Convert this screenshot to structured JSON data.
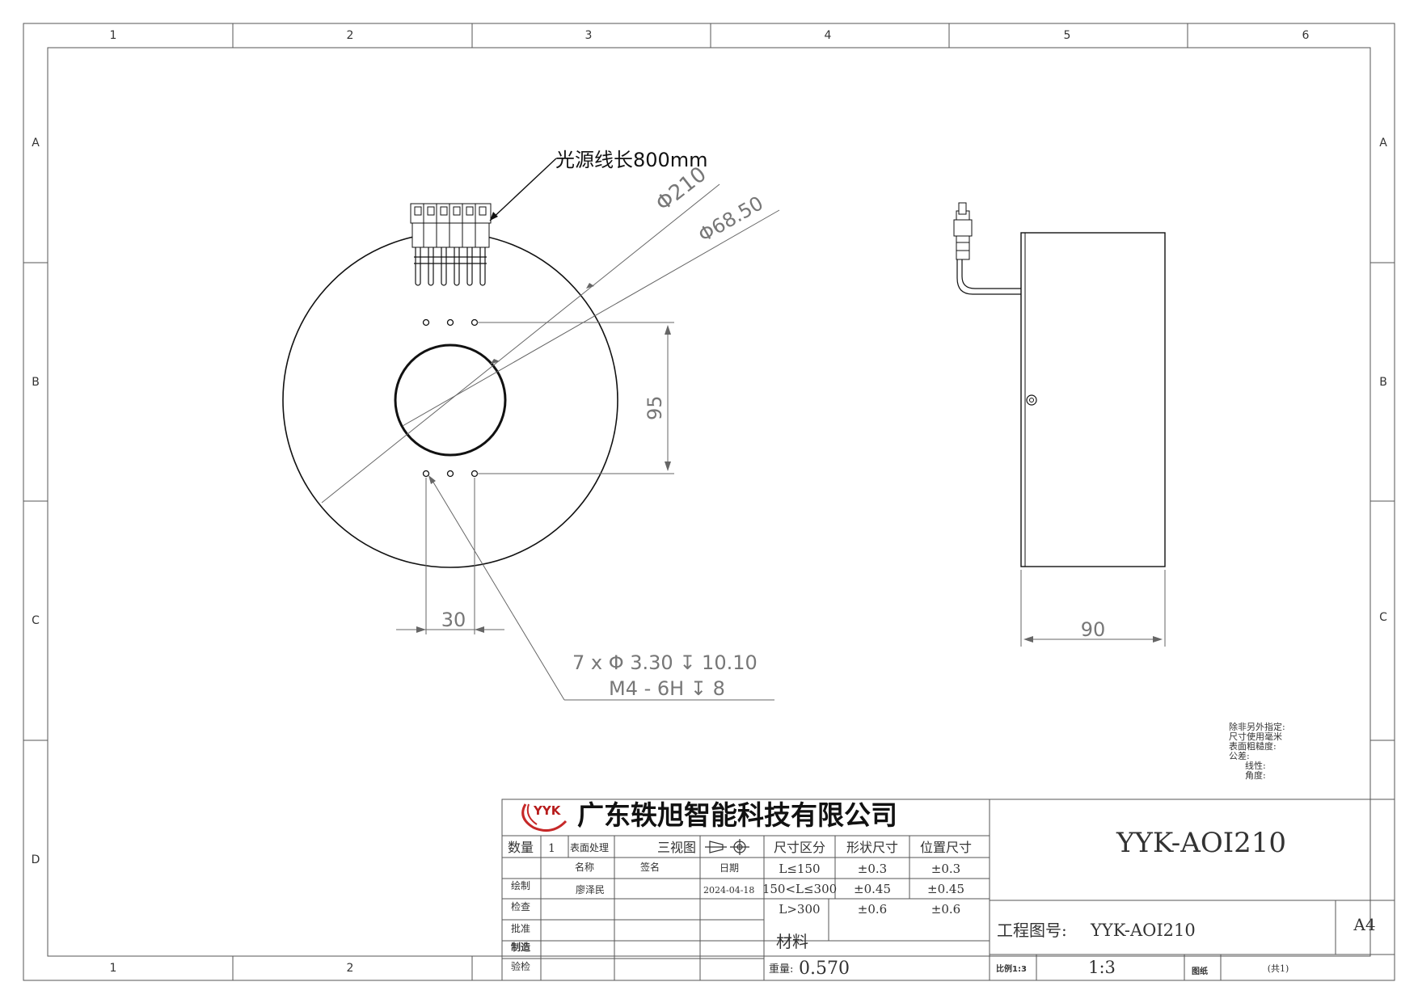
{
  "border": {
    "columns": [
      "1",
      "2",
      "3",
      "4",
      "5",
      "6"
    ],
    "rows": [
      "A",
      "B",
      "C",
      "D"
    ]
  },
  "front_view": {
    "cable_note": "光源线长800mm",
    "dia_outer": "Φ210",
    "dia_inner": "Φ68.50",
    "dim_95": "95",
    "dim_30": "30",
    "hole_note_1": "7 x Φ 3.30 ↧ 10.10",
    "hole_note_2": "M4 - 6H ↧ 8"
  },
  "side_view": {
    "dim_90": "90"
  },
  "notes": {
    "lines": [
      "除非另外指定:",
      "尺寸使用毫米",
      "表面粗糙度:",
      "公差:",
      "线性:",
      "角度:"
    ]
  },
  "title_block": {
    "company": "广东轶旭智能科技有限公司",
    "logo_text": "YYK",
    "qty_label": "数量",
    "qty_value": "1",
    "surface_label": "表面处理",
    "view_label": "三视图",
    "col_name": "名称",
    "col_sign": "签名",
    "col_date": "日期",
    "draw_label": "绘制",
    "draw_name": "廖泽民",
    "draw_date": "2024-04-18",
    "check_label": "检查",
    "approve_label": "批准",
    "make_label": "制造",
    "verify_label": "验检",
    "tol_header": [
      "尺寸区分",
      "形状尺寸",
      "位置尺寸"
    ],
    "tol_rows": [
      [
        "L≤150",
        "±0.3",
        "±0.3"
      ],
      [
        "150<L≤300",
        "±0.45",
        "±0.45"
      ],
      [
        "L>300",
        "±0.6",
        "±0.6"
      ]
    ],
    "material_label": "材料",
    "weight_label": "重量:",
    "weight_value": "0.570",
    "title": "YYK-AOI210",
    "drawing_no_label": "工程图号:",
    "drawing_no": "YYK-AOI210",
    "size": "A4",
    "scale_label": "比例1:3",
    "scale_value": "1:3",
    "sheet_label": "图纸",
    "sheet_value": "(共1)"
  }
}
